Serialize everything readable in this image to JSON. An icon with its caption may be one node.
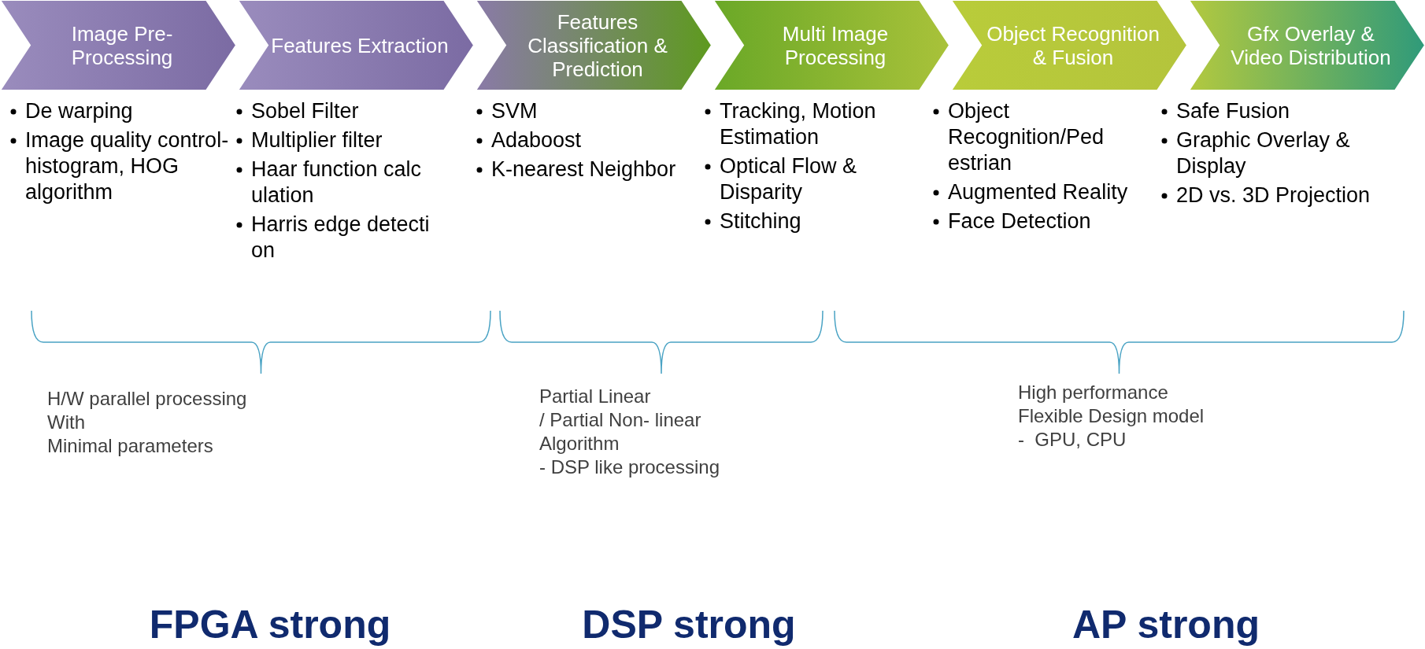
{
  "diagram": {
    "nodes": [
      {
        "text": [
          "Image Pre- Processing"
        ],
        "beside": [
          "De warping",
          "Image quality control- histogram, HOG algorithm"
        ]
      },
      {
        "text": [
          "Features Extraction"
        ],
        "beside": [
          "Sobel Filter",
          "Multiplier filter",
          "Haar function calc ulation",
          "Harris edge detecti on"
        ]
      },
      {
        "text": [
          "Features Classification & Prediction"
        ],
        "beside": [
          "SVM",
          "Adaboost",
          "K-nearest Neighbor"
        ]
      },
      {
        "text": [
          "Multi Image Processing"
        ],
        "beside": [
          "Tracking, Motion Estimation",
          "Optical Flow & Disparity",
          "Stitching"
        ]
      },
      {
        "text": [
          "Object Recognition & Fusion"
        ],
        "beside": [
          "Object Recognition/Ped estrian",
          "Augmented Reality",
          "Face Detection"
        ]
      },
      {
        "text": [
          "Gfx Overlay & Video Distribution"
        ],
        "beside": [
          "Safe Fusion",
          "Graphic Overlay & Display",
          "2D vs. 3D Projection"
        ]
      }
    ],
    "labels": [
      "H/W parallel processing",
      "With",
      "Minimal parameters",
      "Partial Linear",
      "/ Partial Non- linear",
      "Algorithm",
      "- DSP like processing",
      "High performance",
      "Flexible Design model",
      "-  GPU, CPU",
      "FPGA strong",
      "DSP strong",
      "AP strong"
    ]
  }
}
